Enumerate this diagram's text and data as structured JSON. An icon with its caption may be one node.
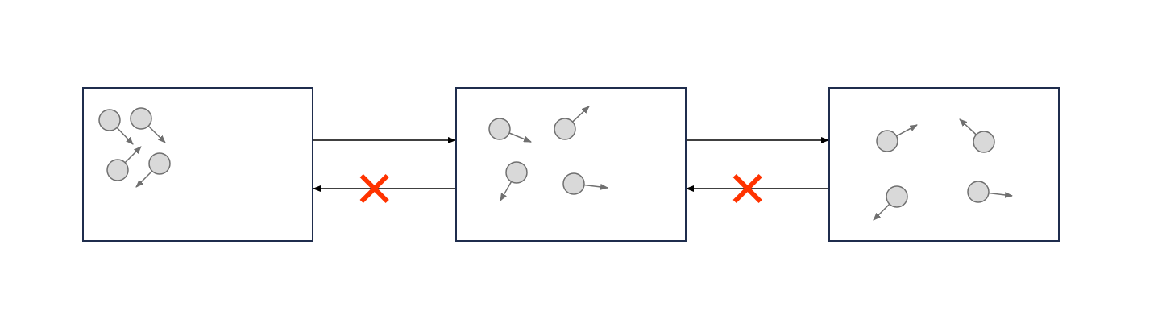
{
  "diagram": {
    "nodes": [
      {
        "text": [],
        "shape": "box"
      },
      {
        "text": [],
        "shape": "box"
      },
      {
        "text": [],
        "shape": "box"
      }
    ],
    "edges": [
      {
        "from": 0,
        "to": 1,
        "arrow": "to"
      },
      {
        "from": 1,
        "to": 0,
        "arrow": "to"
      },
      {
        "from": 1,
        "to": 2,
        "arrow": "to"
      },
      {
        "from": 2,
        "to": 1,
        "arrow": "to"
      }
    ]
  }
}
